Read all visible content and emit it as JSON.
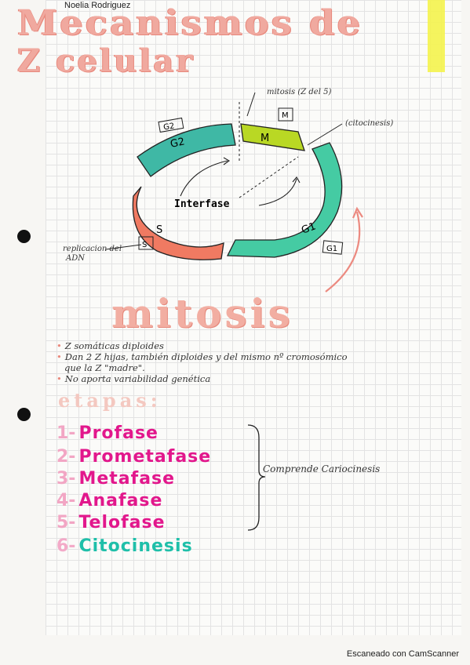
{
  "header": {
    "author": "Noelia Rodriguez",
    "title_line1": "Mecanismos de",
    "title_line2": "Z celular"
  },
  "cell_cycle": {
    "phase_m": "M",
    "phase_g2": "G2",
    "phase_g1": "G1",
    "phase_s": "S",
    "box_g2": "G2",
    "box_m": "M",
    "box_g1": "G1",
    "box_s": "S",
    "center": "Interfase",
    "note_mitosis": "mitosis (Z del 5)",
    "note_cytokinesis": "(citocinesis)",
    "note_replication_1": "replicacion del",
    "note_replication_2": "ADN"
  },
  "section": {
    "title": "mitosis",
    "bullets": [
      "Z somáticas diploides",
      "Dan 2 Z hijas, también diploides y del mismo nº cromosómico",
      "que la Z \"madre\".",
      "No aporta variabilidad genética"
    ],
    "subtitle": "etapas:"
  },
  "stages": [
    {
      "num": "1-",
      "name": "Profase"
    },
    {
      "num": "2-",
      "name": "Prometafase"
    },
    {
      "num": "3-",
      "name": "Metafase"
    },
    {
      "num": "4-",
      "name": "Anafase"
    },
    {
      "num": "5-",
      "name": "Telofase"
    },
    {
      "num": "6-",
      "name": "Citocinesis"
    }
  ],
  "brace_note": "Comprende Cariocinesis",
  "footer": "Escaneado con CamScanner",
  "colors": {
    "title": "#f0a99f",
    "stage_text": "#e2178c",
    "citocinesis": "#1fbfa9",
    "phase_g": "#3ec9a7",
    "phase_s": "#f0826c",
    "phase_m": "#b6d81f"
  }
}
